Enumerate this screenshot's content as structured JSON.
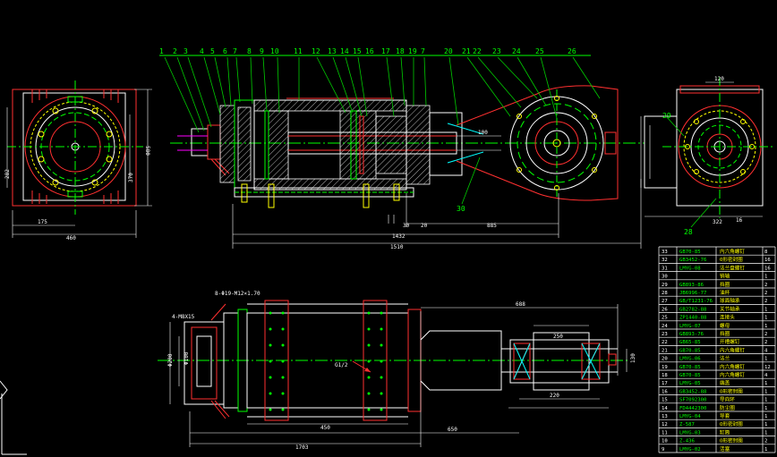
{
  "balloons": [
    "1",
    "2",
    "3",
    "4",
    "5",
    "6",
    "7",
    "8",
    "9",
    "10",
    "11",
    "12",
    "13",
    "14",
    "15",
    "16",
    "17",
    "18",
    "19",
    "7",
    "20",
    "21",
    "22",
    "23",
    "24",
    "25",
    "26"
  ],
  "extra_balloons": {
    "b29": "29",
    "b28": "28",
    "b30": "30"
  },
  "dims": {
    "left_w": "175",
    "left_w2": "460",
    "left_h": "580",
    "left_h2": "282",
    "left_h3": "370",
    "top_1510": "1510",
    "top_1432": "1432",
    "top_885": "885",
    "top_30": "30",
    "top_20": "20",
    "top_100": "100",
    "right_120": "120",
    "right_322": "322",
    "right_16": "16",
    "bot_688": "688",
    "bot_1703": "1703",
    "bot_650": "650",
    "bot_450": "450",
    "bot_250": "250",
    "bot_220": "220",
    "bot_130": "130",
    "note_flange": "4-M8X15",
    "note_bolts": "8-Φ19-M12×1.70",
    "note_g": "G1/2",
    "note_phi200": "Φ200",
    "note_phi100": "Φ100"
  },
  "bom": {
    "rows": [
      {
        "no": "33",
        "code": "GB70-85",
        "name": "内六角螺钉",
        "qty": "8"
      },
      {
        "no": "32",
        "code": "GB3452-76",
        "name": "O形密封圈",
        "qty": "16"
      },
      {
        "no": "31",
        "code": "LMYG-08",
        "name": "法兰盘螺钉",
        "qty": "16"
      },
      {
        "no": "30",
        "code": "",
        "name": "销轴",
        "qty": "1"
      },
      {
        "no": "29",
        "code": "GB893-86",
        "name": "挡圈",
        "qty": "2"
      },
      {
        "no": "28",
        "code": "JB6996-77",
        "name": "油杯",
        "qty": "2"
      },
      {
        "no": "27",
        "code": "GB/T1231-76",
        "name": "球面轴承",
        "qty": "2"
      },
      {
        "no": "26",
        "code": "GB2782-88",
        "name": "关节轴承",
        "qty": "1"
      },
      {
        "no": "25",
        "code": "ZP1440-88",
        "name": "连接头",
        "qty": "1"
      },
      {
        "no": "24",
        "code": "LMYG-07",
        "name": "螺母",
        "qty": "1"
      },
      {
        "no": "23",
        "code": "GB893-76",
        "name": "挡圈",
        "qty": "2"
      },
      {
        "no": "22",
        "code": "GB65-85",
        "name": "开槽螺钉",
        "qty": "2"
      },
      {
        "no": "21",
        "code": "GB70-85",
        "name": "内六角螺钉",
        "qty": "4"
      },
      {
        "no": "20",
        "code": "LMYG-06",
        "name": "法兰",
        "qty": "1"
      },
      {
        "no": "19",
        "code": "GB70-85",
        "name": "内六角螺钉",
        "qty": "12"
      },
      {
        "no": "18",
        "code": "GB70-85",
        "name": "内六角螺钉",
        "qty": "4"
      },
      {
        "no": "17",
        "code": "LMYG-05",
        "name": "端盖",
        "qty": "1"
      },
      {
        "no": "16",
        "code": "GB3452-88",
        "name": "O形密封圈",
        "qty": "1"
      },
      {
        "no": "15",
        "code": "SF7092300",
        "name": "导向环",
        "qty": "1"
      },
      {
        "no": "14",
        "code": "FD4442300",
        "name": "防尘圈",
        "qty": "1"
      },
      {
        "no": "13",
        "code": "LMYG-04",
        "name": "导套",
        "qty": "1"
      },
      {
        "no": "12",
        "code": "Z-587",
        "name": "O形密封圈",
        "qty": "1"
      },
      {
        "no": "11",
        "code": "LMYG-03",
        "name": "缸筒",
        "qty": "1"
      },
      {
        "no": "10",
        "code": "Z-436",
        "name": "O形密封圈",
        "qty": "2"
      },
      {
        "no": "9",
        "code": "LMYG-02",
        "name": "活塞",
        "qty": "1"
      }
    ]
  },
  "colors": {
    "background": "#000000",
    "green": "#00ff00",
    "white": "#ffffff",
    "red": "#ff3030",
    "yellow": "#ffff00",
    "magenta": "#ff00ff",
    "cyan": "#00ffff"
  },
  "icons": {
    "ucs": "ucs-axis-icon"
  }
}
